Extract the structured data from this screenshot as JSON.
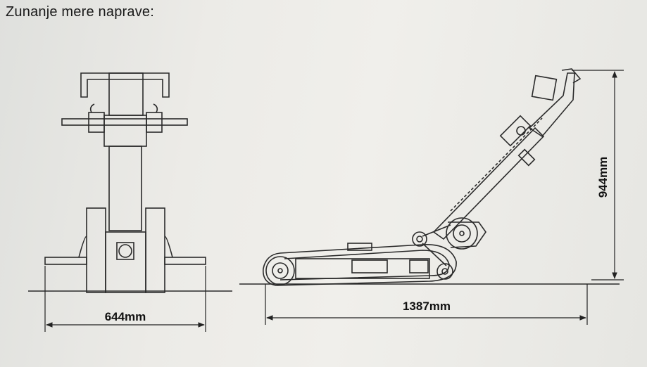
{
  "heading": "Zunanje mere naprave:",
  "dimensions": {
    "width": "644mm",
    "length": "1387mm",
    "height": "944mm"
  }
}
